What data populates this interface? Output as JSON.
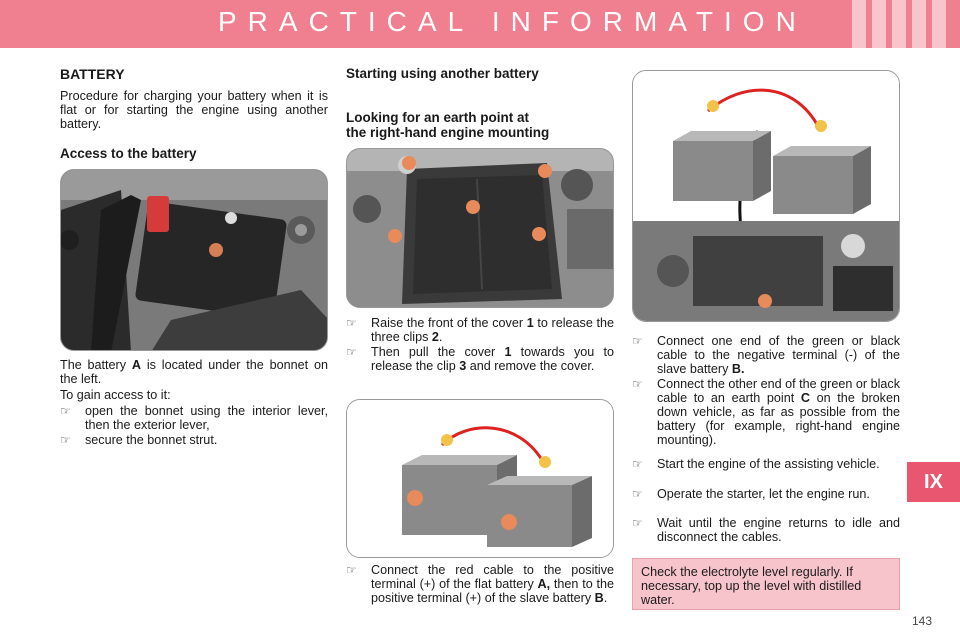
{
  "header": {
    "title": "PRACTICAL INFORMATION"
  },
  "section_tab": "IX",
  "page_number": "143",
  "battery": {
    "title": "BATTERY",
    "intro": "Procedure for charging your battery when it is flat or for starting the engine using another battery.",
    "access_title": "Access to the battery",
    "location_text_1": "The battery ",
    "location_letter": "A",
    "location_text_2": " is located under the bonnet on the left.",
    "gain_access": "To gain access to it:",
    "steps": [
      "open the bonnet using the interior lever, then the exterior lever,",
      "secure the bonnet strut."
    ]
  },
  "starting": {
    "title": "Starting using another battery",
    "earth_title_line1": "Looking for an earth point at",
    "earth_title_line2": "the right-hand engine mounting",
    "raise": {
      "a": "Raise the front of the cover ",
      "b": "1",
      "c": " to release the three clips ",
      "d": "2",
      "e": "."
    },
    "pull": {
      "a": "Then pull the cover ",
      "b": "1",
      "c": " towards you to release the clip ",
      "d": "3",
      "e": " and remove the cover."
    },
    "red_cable": {
      "a": "Connect the red cable to the positive terminal (+) of the flat battery ",
      "b": "A,",
      "c": " then to the positive terminal (+) of the slave battery ",
      "d": "B",
      "e": "."
    }
  },
  "right_col": {
    "connect_green": {
      "a": "Connect one end of the green or black cable to the negative terminal (-) of the slave battery ",
      "b": "B."
    },
    "connect_other": {
      "a": "Connect the other end of the green or black cable to an earth point ",
      "b": "C",
      "c": " on the broken down vehicle, as far as possible from the battery (for example, right-hand engine mounting)."
    },
    "start_engine": "Start the engine of the assisting vehicle.",
    "operate": "Operate the starter, let the engine run.",
    "wait": "Wait until the engine returns to idle and disconnect the cables.",
    "note": "Check the electrolyte level regularly. If necessary, top up the level with distilled water."
  },
  "icons": {
    "bullet": "pointing-hand-icon"
  },
  "colors": {
    "header": "#f07f8f",
    "tab": "#e8576f",
    "note_bg": "#f7c4cc"
  }
}
